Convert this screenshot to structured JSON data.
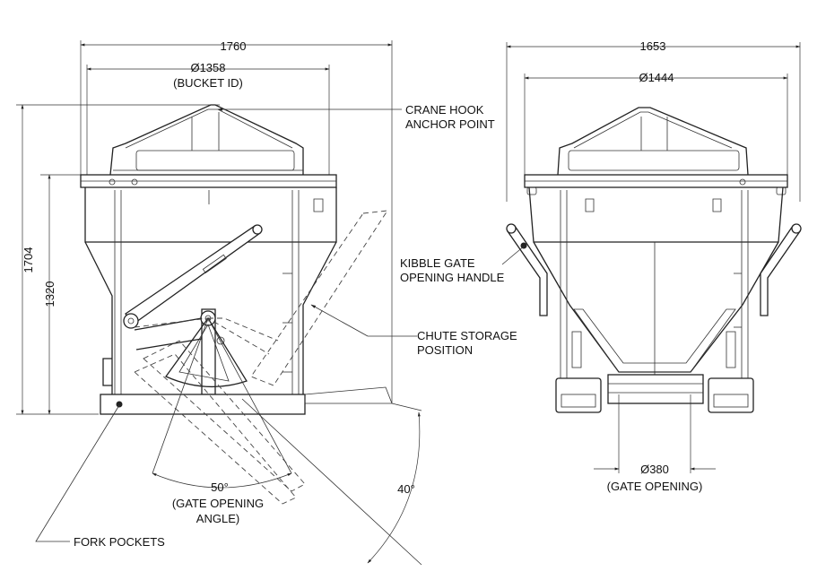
{
  "labels": {
    "width_side": "1760",
    "bucket_id": "Ø1358",
    "bucket_id_note": "(BUCKET ID)",
    "width_front": "1653",
    "diam_front": "Ø1444",
    "height_total": "1704",
    "height_body": "1320",
    "crane_hook_1": "CRANE HOOK",
    "crane_hook_2": "ANCHOR POINT",
    "gate_handle_1": "KIBBLE GATE",
    "gate_handle_2": "OPENING HANDLE",
    "chute_1": "CHUTE STORAGE",
    "chute_2": "POSITION",
    "gate_angle_value": "50°",
    "gate_angle_1": "(GATE OPENING",
    "gate_angle_2": "ANGLE)",
    "chute_angle": "40°",
    "fork_pockets": "FORK POCKETS",
    "gate_diam": "Ø380",
    "gate_diam_note": "(GATE OPENING)"
  }
}
